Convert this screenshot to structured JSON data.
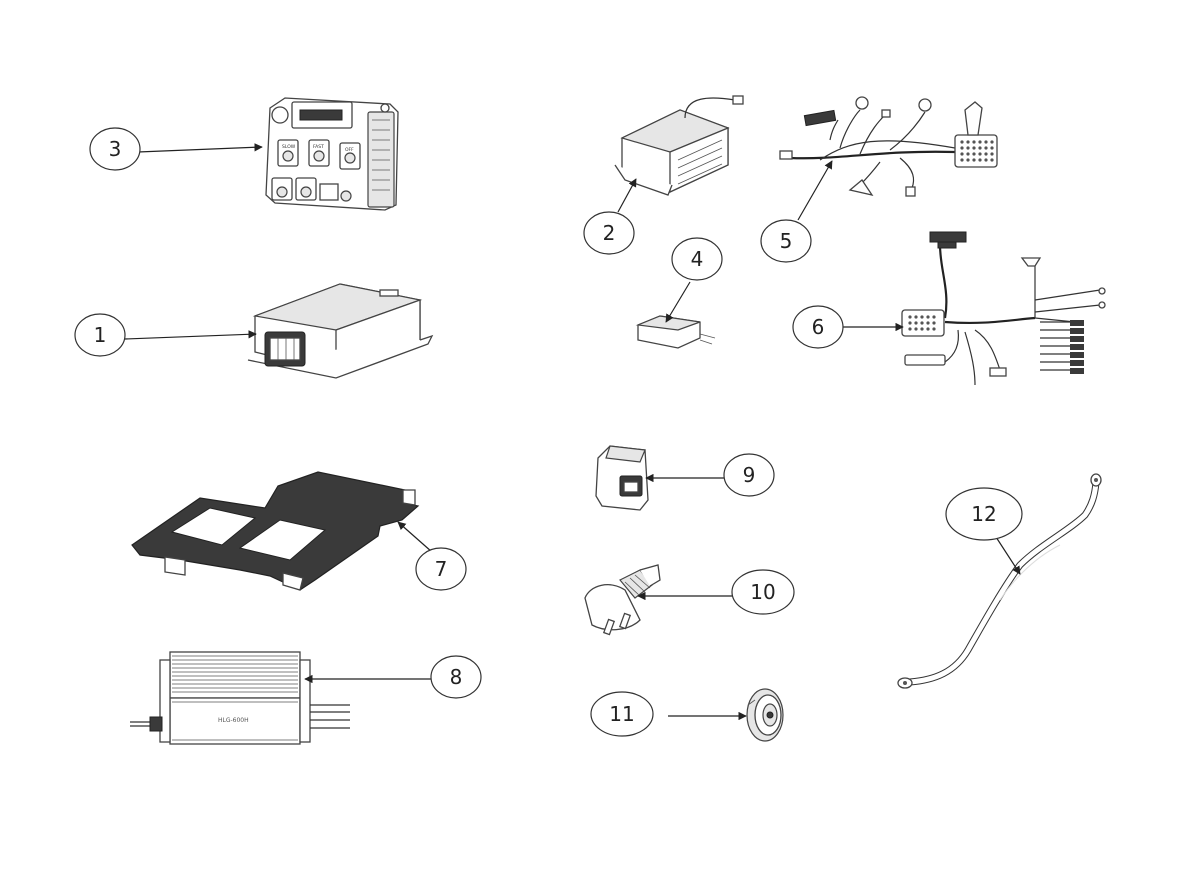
{
  "callouts": [
    {
      "id": "c1",
      "label": "1"
    },
    {
      "id": "c2",
      "label": "2"
    },
    {
      "id": "c3",
      "label": "3"
    },
    {
      "id": "c4",
      "label": "4"
    },
    {
      "id": "c5",
      "label": "5"
    },
    {
      "id": "c6",
      "label": "6"
    },
    {
      "id": "c7",
      "label": "7"
    },
    {
      "id": "c8",
      "label": "8"
    },
    {
      "id": "c9",
      "label": "9"
    },
    {
      "id": "c10",
      "label": "10"
    },
    {
      "id": "c11",
      "label": "11"
    },
    {
      "id": "c12",
      "label": "12"
    }
  ],
  "part_markings": {
    "controller_button_1": "SLOW",
    "controller_button_2": "FAST",
    "controller_button_3": "OFF",
    "charger_label": "HLG-600H"
  }
}
